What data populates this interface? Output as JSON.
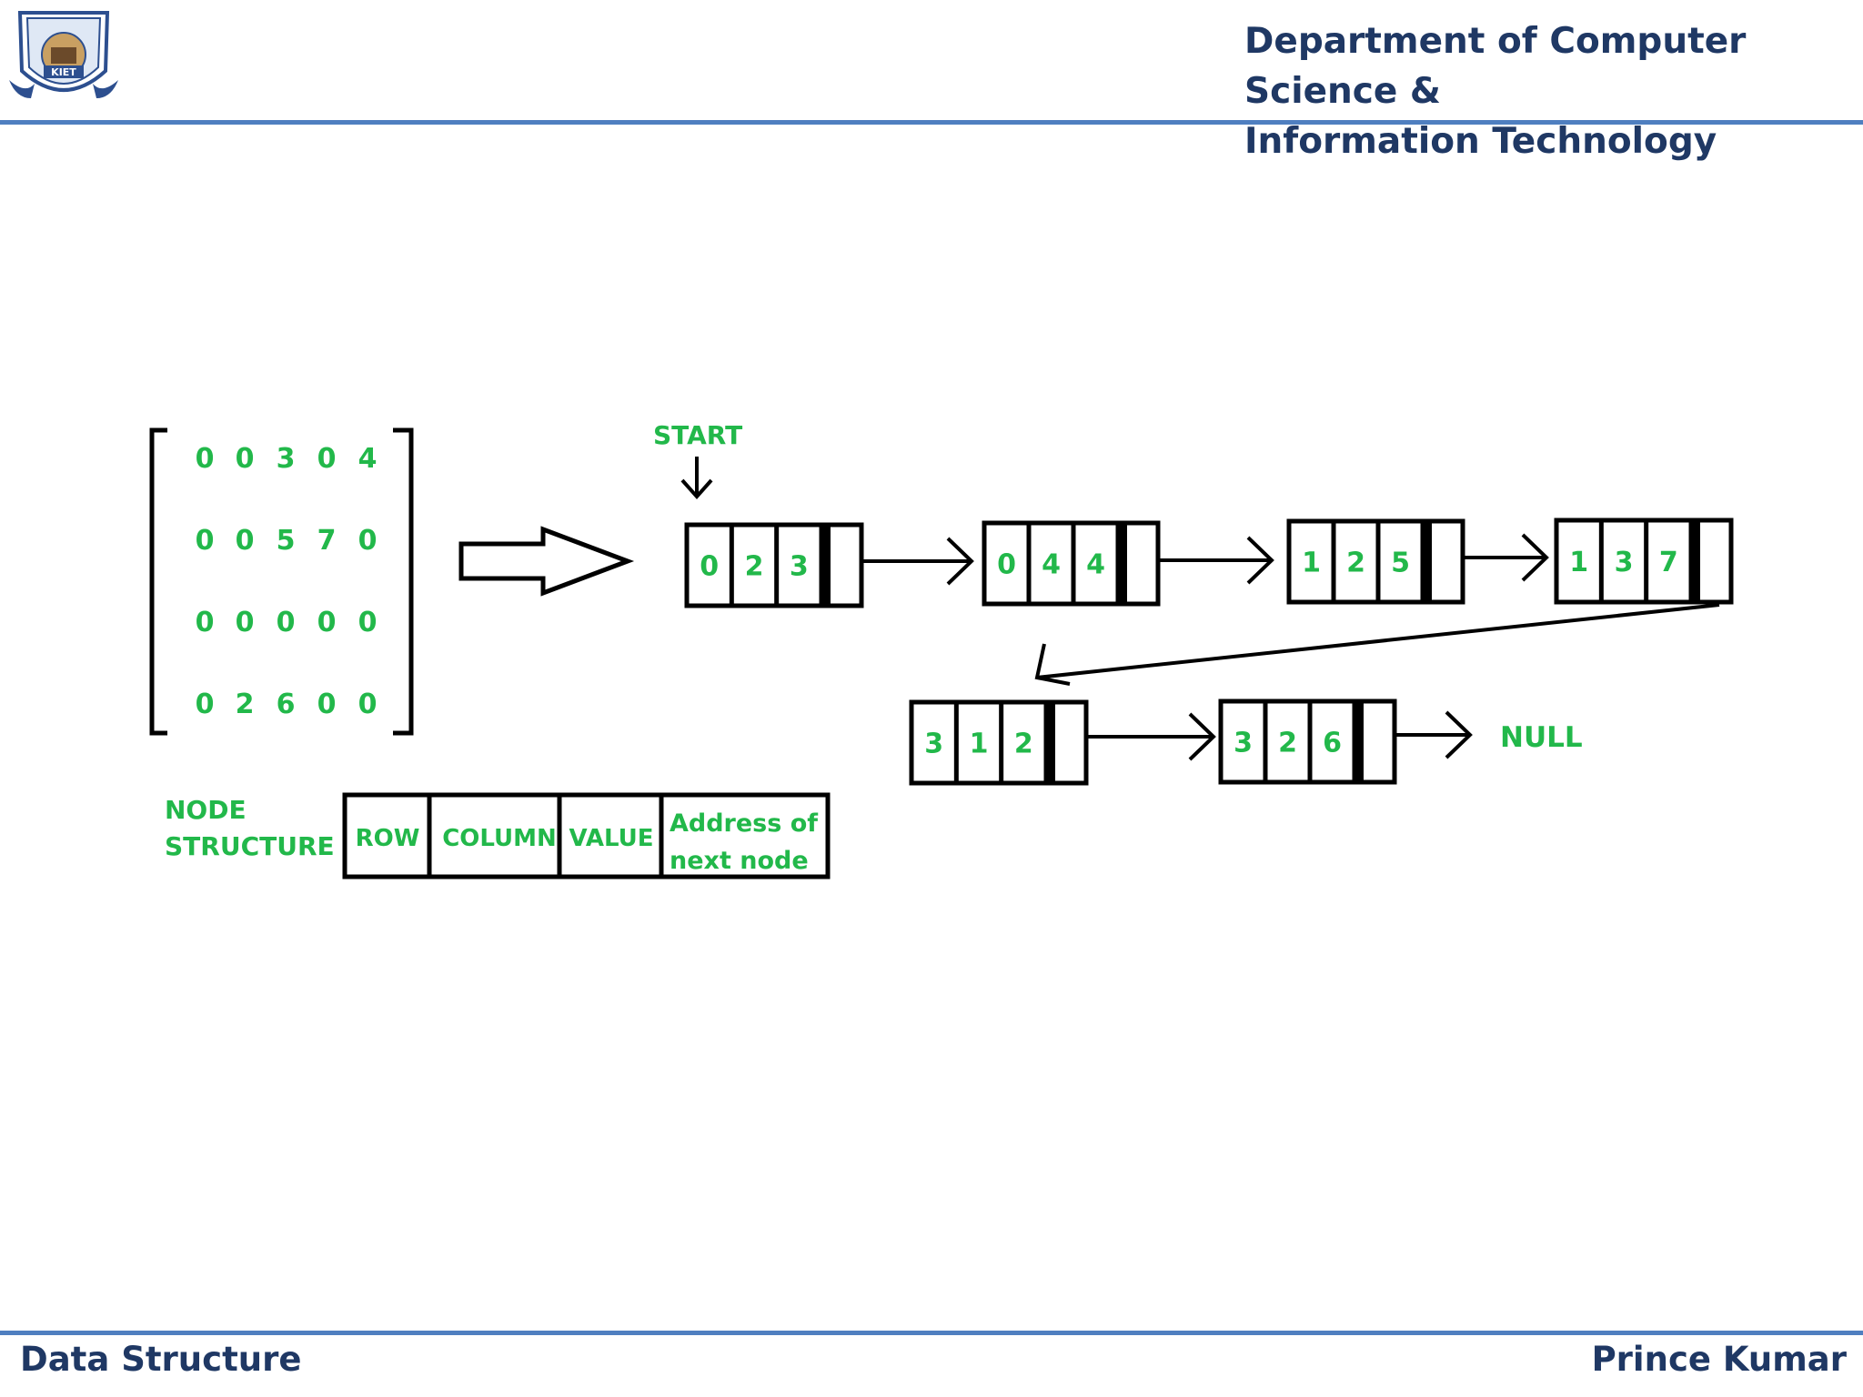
{
  "header": {
    "title_line1": "Department of Computer Science &",
    "title_line2": "Information Technology",
    "logo_text": "KIET",
    "colors": {
      "title": "#1f3864",
      "rule": "#4f7fc0"
    }
  },
  "footer": {
    "left": "Data Structure",
    "right": "Prince Kumar"
  },
  "diagram": {
    "matrix": [
      [
        "0",
        "0",
        "3",
        "0",
        "4"
      ],
      [
        "0",
        "0",
        "5",
        "7",
        "0"
      ],
      [
        "0",
        "0",
        "0",
        "0",
        "0"
      ],
      [
        "0",
        "2",
        "6",
        "0",
        "0"
      ]
    ],
    "start_label": "START",
    "nodes": [
      {
        "row": "0",
        "col": "2",
        "val": "3"
      },
      {
        "row": "0",
        "col": "4",
        "val": "4"
      },
      {
        "row": "1",
        "col": "2",
        "val": "5"
      },
      {
        "row": "1",
        "col": "3",
        "val": "7"
      },
      {
        "row": "3",
        "col": "1",
        "val": "2"
      },
      {
        "row": "3",
        "col": "2",
        "val": "6"
      }
    ],
    "null_label": "NULL",
    "node_structure": {
      "label_line1": "NODE",
      "label_line2": "STRUCTURE",
      "fields": [
        "ROW",
        "COLUMN",
        "VALUE"
      ],
      "address_line1": "Address of",
      "address_line2": "next node"
    },
    "colors": {
      "text": "#22b84a",
      "stroke": "#000000"
    }
  }
}
